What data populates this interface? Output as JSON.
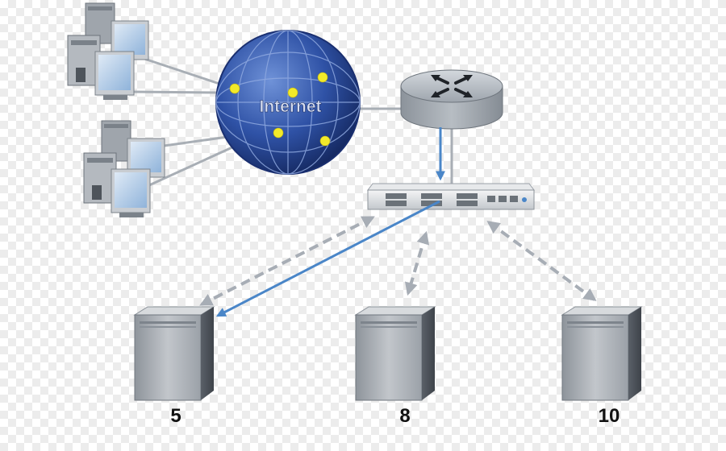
{
  "diagram": {
    "cloud_label": "Internet",
    "server_labels": [
      "5",
      "8",
      "10"
    ]
  },
  "colors": {
    "globe": "#2c4d9e",
    "router": "#9fa6ad",
    "arrow_active": "#4a86c8",
    "arrow_dashed": "#a7adb5",
    "server_body": "#a2a7ad",
    "monitor_screen": "#a9c7e6"
  },
  "icons": [
    "globe-icon",
    "router-icon",
    "switch-icon",
    "server-icon",
    "workstation-icon"
  ]
}
